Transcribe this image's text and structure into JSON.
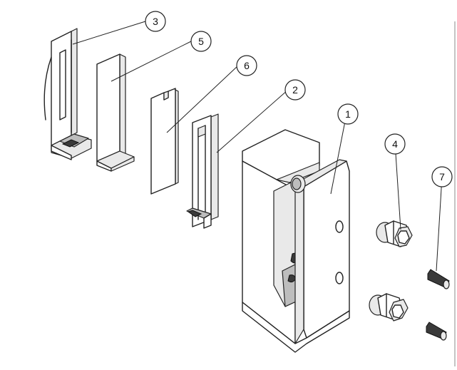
{
  "diagram": {
    "type": "exploded-assembly",
    "callouts": [
      "1",
      "2",
      "3",
      "4",
      "5",
      "6",
      "7"
    ]
  }
}
